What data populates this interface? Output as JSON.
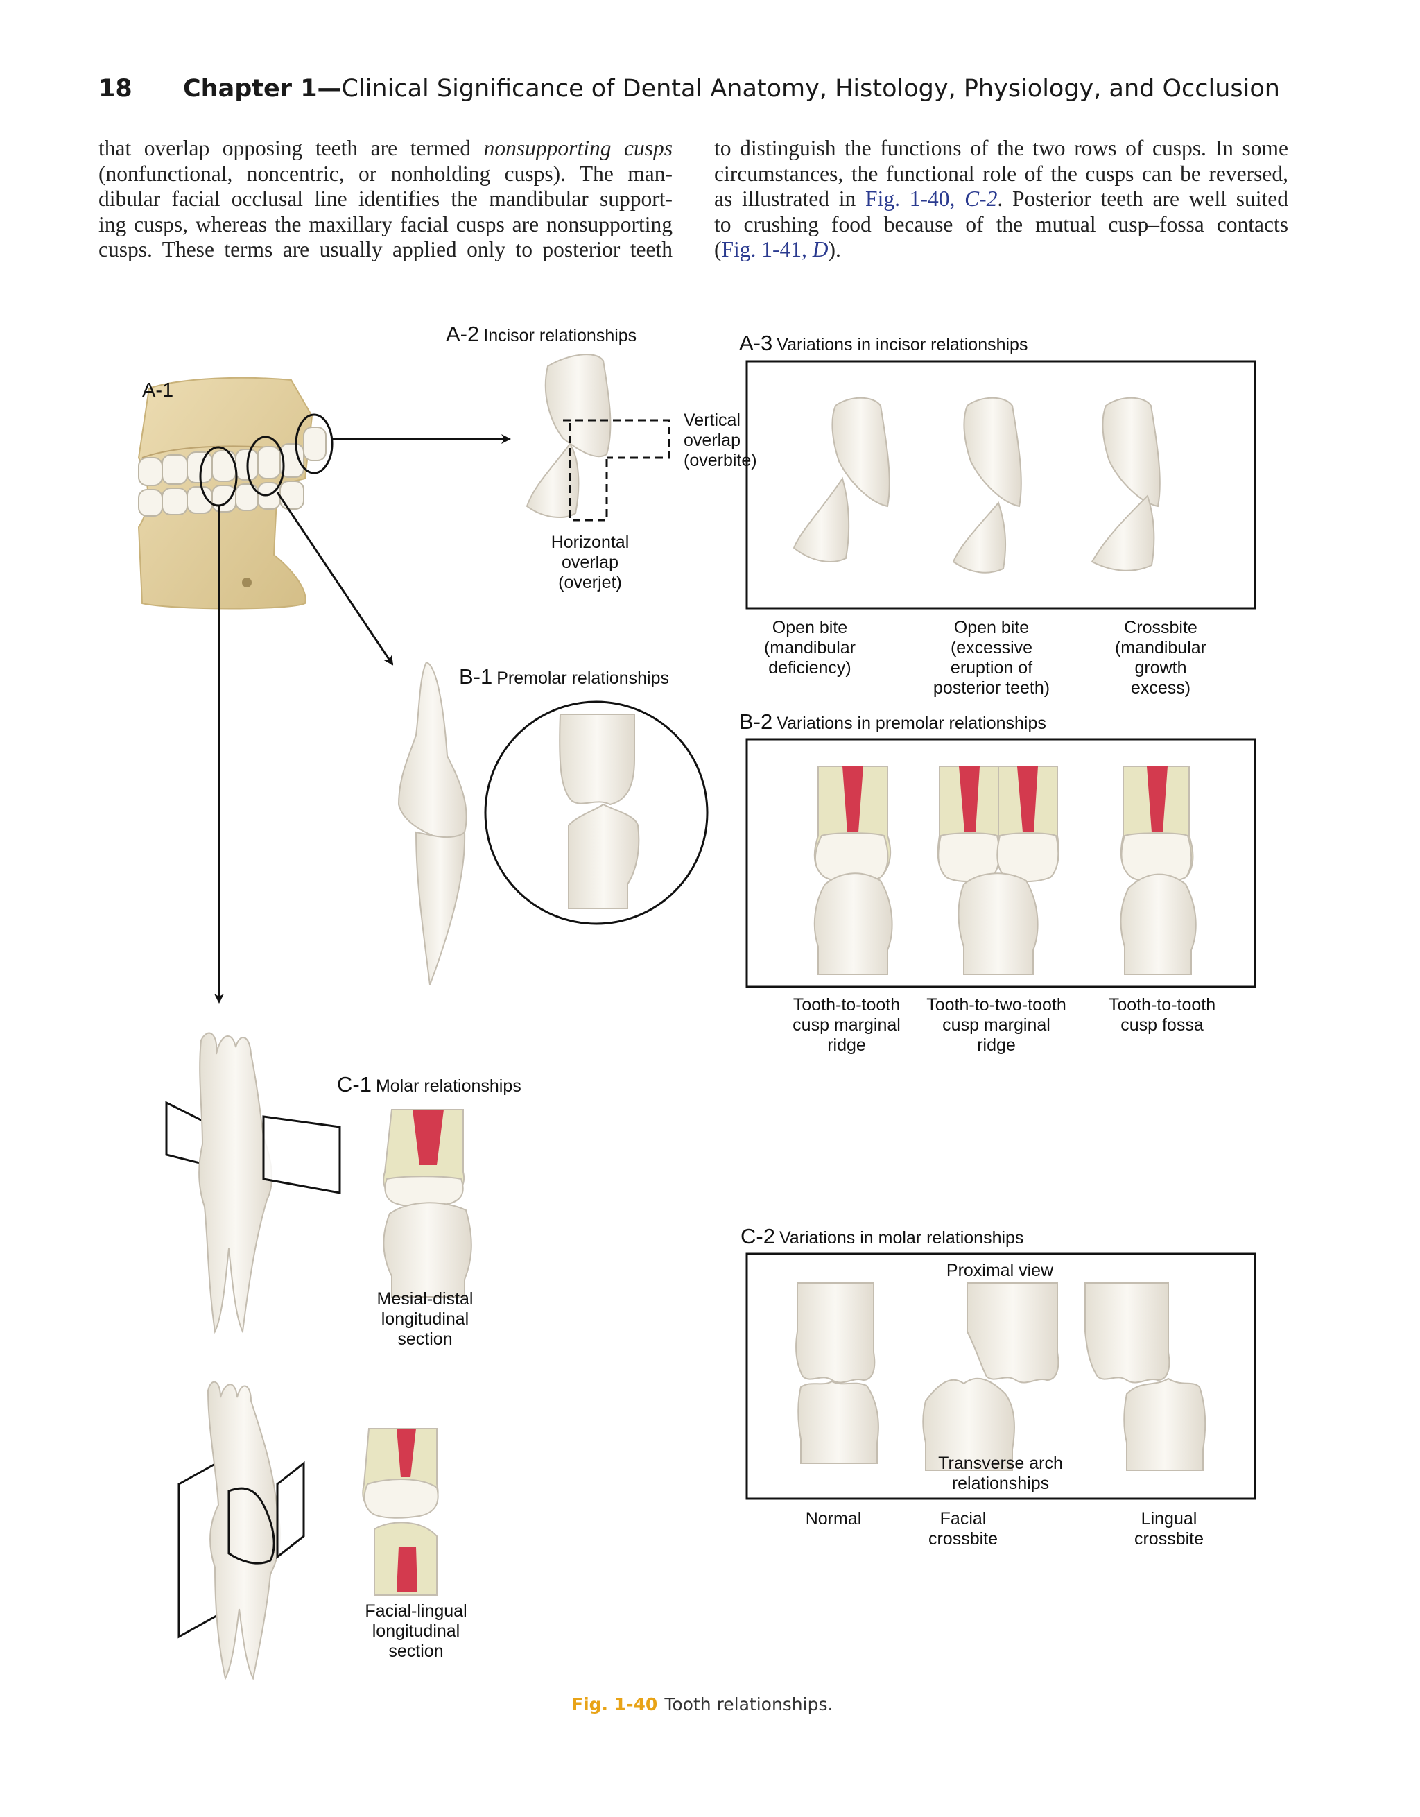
{
  "header": {
    "page_number": "18",
    "chapter_label": "Chapter 1—",
    "chapter_title": "Clinical Significance of Dental Anatomy, Histology, Physiology, and Occlusion"
  },
  "body_text": {
    "left_column": {
      "line1_before": "that overlap opposing teeth are termed ",
      "line1_italic": "nonsupporting cusps",
      "line2": "(nonfunctional, noncentric, or nonholding cusps). The man-",
      "line3": "dibular facial occlusal line identifies the mandibular support-",
      "line4": "ing cusps, whereas the maxillary facial cusps are nonsupporting",
      "line5": "cusps. These terms are usually applied only to posterior teeth"
    },
    "right_column": {
      "line1": "to distinguish the functions of the two rows of cusps. In some",
      "line2": "circumstances, the functional role of the cusps can be reversed,",
      "line3_before": "as illustrated in ",
      "line3_ref": "Fig. 1-40, ",
      "line3_ref_italic": "C-2",
      "line3_after": ". Posterior teeth are well suited",
      "line4": "to crushing food because of the mutual cusp–fossa contacts",
      "line5_open": "(",
      "line5_ref": "Fig. 1-41, ",
      "line5_ref_italic": "D",
      "line5_close": ")."
    }
  },
  "figure": {
    "a1": {
      "id": "A-1"
    },
    "a2": {
      "id": "A-2",
      "title": "Incisor relationships",
      "vertical": [
        "Vertical",
        "overlap",
        "(overbite)"
      ],
      "horizontal": [
        "Horizontal",
        "overlap",
        "(overjet)"
      ]
    },
    "a3": {
      "id": "A-3",
      "title": "Variations in incisor relationships",
      "labels": [
        [
          "Open bite",
          "(mandibular",
          "deficiency)"
        ],
        [
          "Open bite",
          "(excessive",
          "eruption of",
          "posterior teeth)"
        ],
        [
          "Crossbite",
          "(mandibular",
          "growth",
          "excess)"
        ]
      ]
    },
    "b1": {
      "id": "B-1",
      "title": "Premolar relationships"
    },
    "b2": {
      "id": "B-2",
      "title": "Variations in premolar relationships",
      "labels": [
        [
          "Tooth-to-tooth",
          "cusp marginal",
          "ridge"
        ],
        [
          "Tooth-to-two-tooth",
          "cusp marginal",
          "ridge"
        ],
        [
          "Tooth-to-tooth",
          "cusp fossa"
        ]
      ]
    },
    "c1": {
      "id": "C-1",
      "title": "Molar relationships",
      "section1": [
        "Mesial-distal",
        "longitudinal",
        "section"
      ],
      "section2": [
        "Facial-lingual",
        "longitudinal",
        "section"
      ]
    },
    "c2": {
      "id": "C-2",
      "title": "Variations in molar relationships",
      "proximal": "Proximal view",
      "transverse": [
        "Transverse arch",
        "relationships"
      ],
      "labels": [
        [
          "Normal"
        ],
        [
          "Facial",
          "crossbite"
        ],
        [
          "Lingual",
          "crossbite"
        ]
      ]
    },
    "caption": {
      "fig": "Fig. 1-40",
      "text": "Tooth relationships."
    }
  },
  "colors": {
    "tooth": "#f3efe6",
    "jaw": "#e2cf9e",
    "pulp": "#d33a4e",
    "dentin": "#e7e4bf",
    "caption_accent": "#e8a317",
    "ref_link": "#2a3a8f"
  }
}
